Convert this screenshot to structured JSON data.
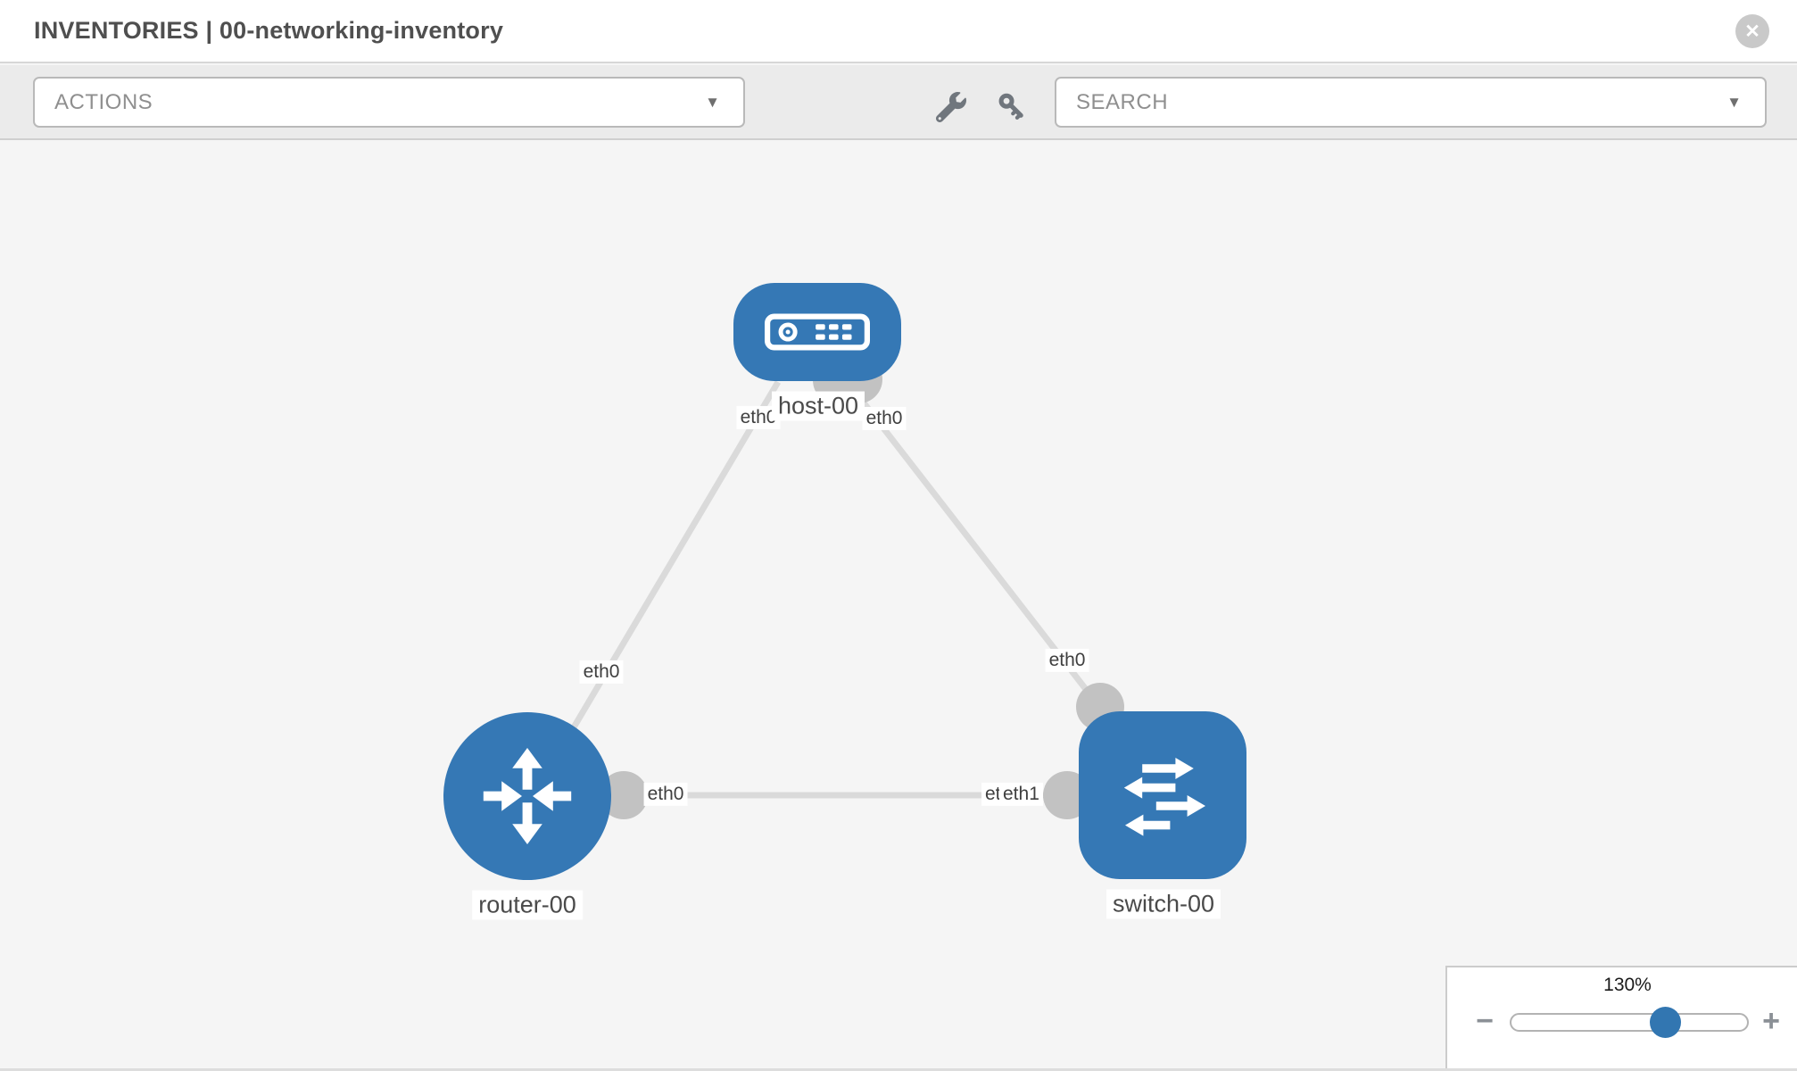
{
  "header": {
    "title": "INVENTORIES | 00-networking-inventory"
  },
  "icons": {
    "close_glyph": "✕",
    "caret_down_glyph": "▼",
    "minus_glyph": "−",
    "plus_glyph": "+"
  },
  "toolbar": {
    "actions_label": "ACTIONS",
    "search_label": "SEARCH"
  },
  "topology": {
    "nodes": [
      {
        "id": "host-00",
        "label": "host-00",
        "type": "host"
      },
      {
        "id": "router-00",
        "label": "router-00",
        "type": "router"
      },
      {
        "id": "switch-00",
        "label": "switch-00",
        "type": "switch"
      }
    ],
    "links": [
      {
        "from": "host-00",
        "from_interface": "eth0",
        "to": "router-00",
        "to_interface": "eth0"
      },
      {
        "from": "host-00",
        "from_interface": "eth0",
        "to": "switch-00",
        "to_interface": "eth0"
      },
      {
        "from": "router-00",
        "from_interface": "eth0",
        "to": "switch-00",
        "to_interface": "eth1",
        "overlapped_label": "eth0"
      }
    ]
  },
  "zoom_control": {
    "level": "130%"
  },
  "colors": {
    "node_blue": "#3578b5",
    "port_gray": "#c2c2c2",
    "link_gray": "#dadada",
    "accent": "#3276b1"
  }
}
